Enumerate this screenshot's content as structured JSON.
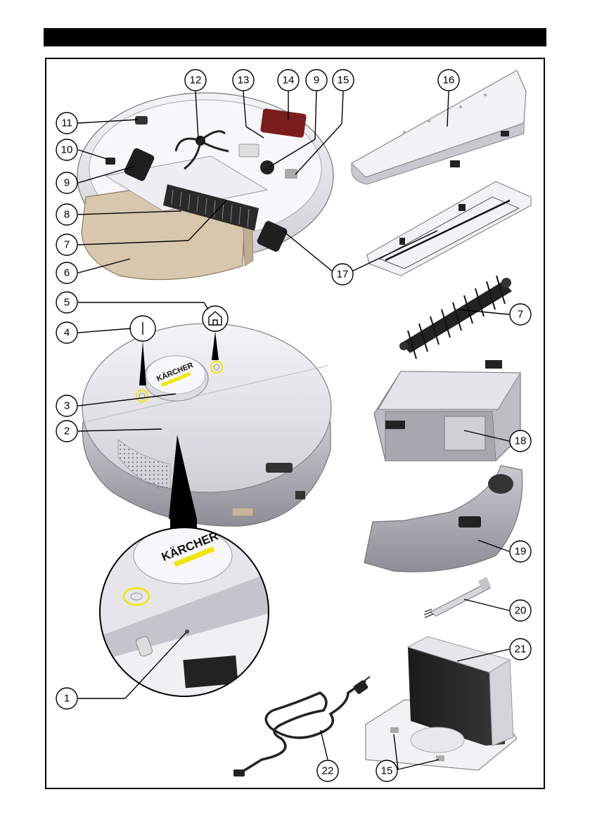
{
  "header": {
    "title": ""
  },
  "logo": {
    "brand": "KÄRCHER"
  },
  "callouts": [
    {
      "id": "c11a",
      "label": "11"
    },
    {
      "id": "c10",
      "label": "10"
    },
    {
      "id": "c9a",
      "label": "9"
    },
    {
      "id": "c8",
      "label": "8"
    },
    {
      "id": "c7a",
      "label": "7"
    },
    {
      "id": "c6",
      "label": "6"
    },
    {
      "id": "c12",
      "label": "12"
    },
    {
      "id": "c13",
      "label": "13"
    },
    {
      "id": "c14",
      "label": "14"
    },
    {
      "id": "c9b",
      "label": "9"
    },
    {
      "id": "c15a",
      "label": "15"
    },
    {
      "id": "c16",
      "label": "16"
    },
    {
      "id": "c17",
      "label": "17"
    },
    {
      "id": "c7b",
      "label": "7"
    },
    {
      "id": "c5",
      "label": "5"
    },
    {
      "id": "c4",
      "label": "4"
    },
    {
      "id": "c3",
      "label": "3"
    },
    {
      "id": "c2",
      "label": "2"
    },
    {
      "id": "c18",
      "label": "18"
    },
    {
      "id": "c19",
      "label": "19"
    },
    {
      "id": "c20",
      "label": "20"
    },
    {
      "id": "c21",
      "label": "21"
    },
    {
      "id": "c1",
      "label": "1"
    },
    {
      "id": "c22",
      "label": "22"
    },
    {
      "id": "c15b",
      "label": "15"
    }
  ],
  "colors": {
    "robot_body": "#e9e9ee",
    "robot_shadow": "#b9b9c0",
    "mop_pad": "#d9c7ad",
    "brush": "#222222",
    "accent_yellow": "#f2e600",
    "display_red": "#7a1d1d"
  },
  "icons": {
    "power": "power-button-icon",
    "home": "home-button-icon"
  }
}
